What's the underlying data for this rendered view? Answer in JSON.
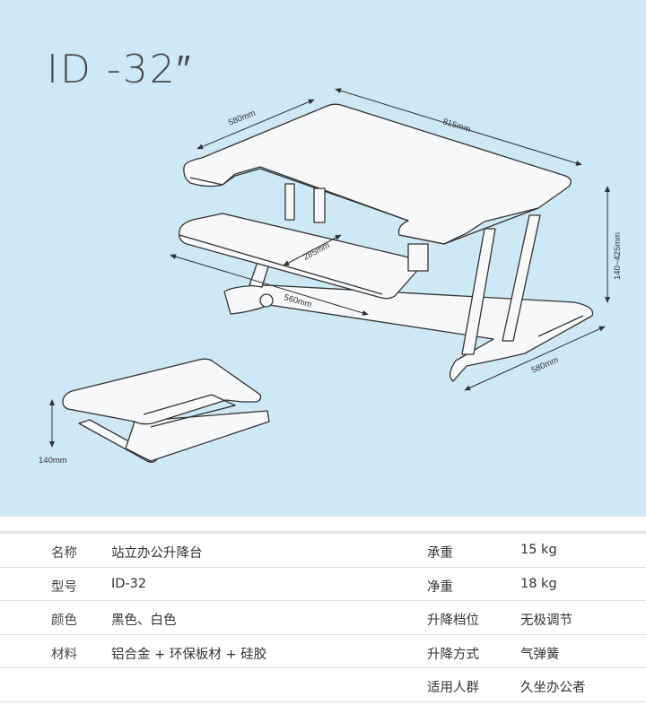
{
  "figure": {
    "model_title": "ID -32″",
    "dimensions": {
      "top_depth": "580mm",
      "top_width": "815mm",
      "height_range": "140~425mm",
      "keyboard_depth": "285mm",
      "keyboard_width": "560mm",
      "base_depth": "580mm",
      "folded_height": "140mm"
    }
  },
  "specs": [
    {
      "label": "名称",
      "value": "站立办公升降台",
      "label2": "承重",
      "value2": "15 kg"
    },
    {
      "label": "型号",
      "value": "ID-32",
      "label2": "净重",
      "value2": "18 kg"
    },
    {
      "label": "颜色",
      "value": "黑色、白色",
      "label2": "升降档位",
      "value2": "无极调节"
    },
    {
      "label": "材料",
      "value": "铝合金 + 环保板材 + 硅胶",
      "label2": "升降方式",
      "value2": "气弹簧"
    },
    {
      "label": "",
      "value": "",
      "label2": "适用人群",
      "value2": "久坐办公者"
    }
  ],
  "colors": {
    "figure_bg": "#cfe8f6",
    "line": "#333333",
    "table_rule": "#dcdcdc"
  }
}
